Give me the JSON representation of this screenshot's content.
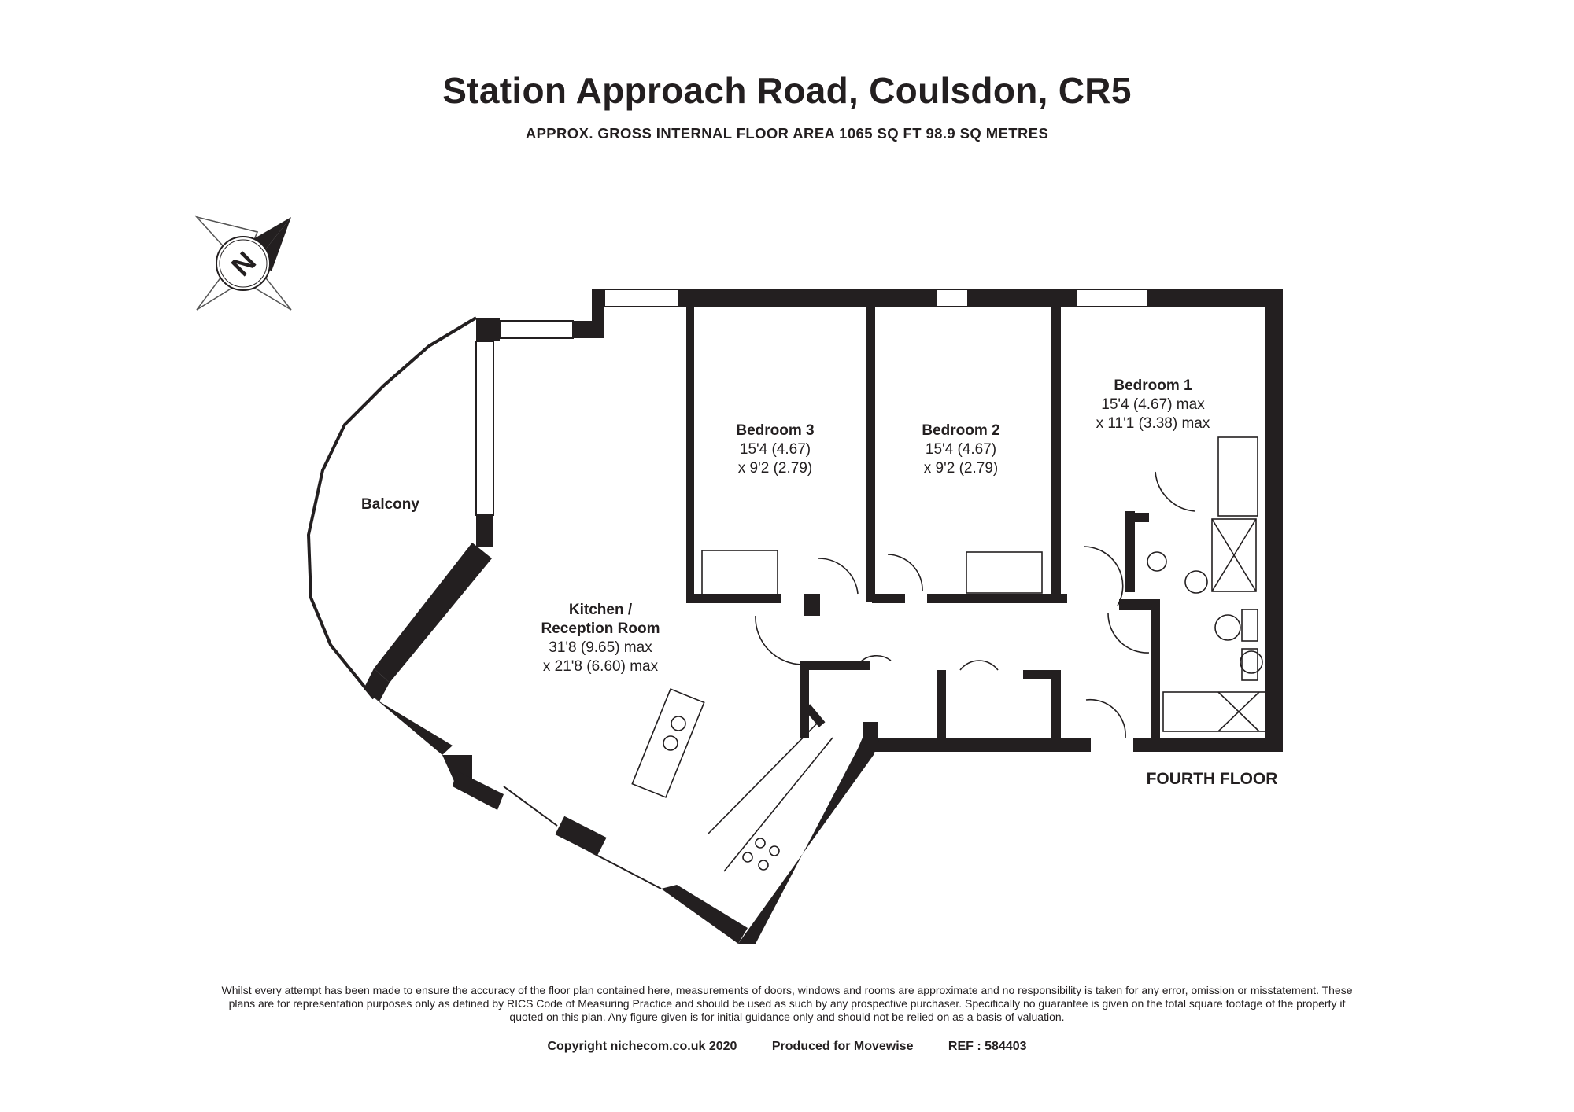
{
  "title": "Station Approach Road, Coulsdon, CR5",
  "subtitle": "APPROX. GROSS INTERNAL FLOOR AREA 1065 SQ FT 98.9 SQ METRES",
  "compass": {
    "label": "N"
  },
  "floor_label": "FOURTH FLOOR",
  "rooms": {
    "balcony": {
      "name": "Balcony"
    },
    "kitchen": {
      "name": "Kitchen /",
      "name2": "Reception Room",
      "dim1": "31'8 (9.65) max",
      "dim2": "x 21'8 (6.60) max"
    },
    "bedroom3": {
      "name": "Bedroom 3",
      "dim1": "15'4 (4.67)",
      "dim2": "x 9'2 (2.79)"
    },
    "bedroom2": {
      "name": "Bedroom 2",
      "dim1": "15'4 (4.67)",
      "dim2": "x 9'2 (2.79)"
    },
    "bedroom1": {
      "name": "Bedroom 1",
      "dim1": "15'4 (4.67) max",
      "dim2": "x 11'1 (3.38) max"
    }
  },
  "disclaimer": "Whilst every attempt has been made to ensure the accuracy of the floor plan contained here, measurements of doors, windows and rooms are approximate and no responsibility is taken for any error, omission or misstatement. These plans are for representation purposes only as defined by RICS Code of Measuring Practice and should be used as such by any prospective purchaser. Specifically no guarantee is given on the total square footage of the property if quoted on this plan. Any figure given is for initial guidance only and should not be relied on as a basis of valuation.",
  "footer": {
    "copyright": "Copyright nichecom.co.uk 2020",
    "produced": "Produced for Movewise",
    "ref": "REF : 584403"
  }
}
